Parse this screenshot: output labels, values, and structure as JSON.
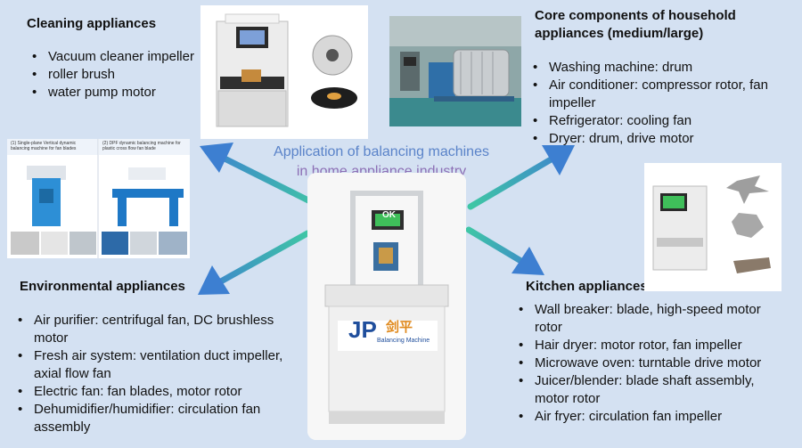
{
  "title": {
    "line1": "Application of balancing machines",
    "line2": "in home appliance industry"
  },
  "brand": {
    "logo_letters": "JP",
    "logo_cn": "剑平",
    "logo_sub": "Balancing Machine",
    "screen_text": "OK"
  },
  "colors": {
    "background": "#d4e1f2",
    "arrow_start": "#3fc6a5",
    "arrow_end": "#3d7fd1",
    "title_start": "#5a83c9",
    "title_end": "#8c6fb5"
  },
  "sections": {
    "cleaning": {
      "heading": "Cleaning appliances",
      "items": [
        "Vacuum cleaner impeller",
        "roller brush",
        "water pump motor"
      ]
    },
    "core": {
      "heading_line1": "Core components of household",
      "heading_line2": "appliances (medium/large)",
      "items": [
        {
          "l1": "Washing machine: drum",
          "l2": ""
        },
        {
          "l1": "Air conditioner: compressor rotor, fan",
          "l2": "impeller"
        },
        {
          "l1": "Refrigerator: cooling fan",
          "l2": ""
        },
        {
          "l1": "Dryer: drum, drive motor",
          "l2": ""
        }
      ]
    },
    "environmental": {
      "heading": "Environmental appliances",
      "items": [
        {
          "l1": "Air purifier: centrifugal fan, DC brushless",
          "l2": "motor"
        },
        {
          "l1": "Fresh air system: ventilation duct impeller,",
          "l2": "axial flow fan"
        },
        {
          "l1": "Electric fan: fan blades, motor rotor",
          "l2": ""
        },
        {
          "l1": "Dehumidifier/humidifier: circulation fan",
          "l2": "assembly"
        }
      ]
    },
    "kitchen": {
      "heading": "Kitchen appliances",
      "items": [
        {
          "l1": "Wall breaker: blade, high-speed motor",
          "l2": "rotor"
        },
        {
          "l1": "Hair dryer: motor rotor, fan impeller",
          "l2": ""
        },
        {
          "l1": "Microwave oven: turntable drive motor",
          "l2": ""
        },
        {
          "l1": "Juicer/blender: blade shaft assembly,",
          "l2": "motor rotor"
        },
        {
          "l1": "Air fryer: circulation fan impeller",
          "l2": ""
        }
      ]
    }
  },
  "environmental_photo": {
    "caption_left": "(1) Single-plane Vertical dynamic balancing machine for fan blades",
    "caption_right": "(2) DPF dynamic balancing machine for plastic cross flow fan blade"
  }
}
